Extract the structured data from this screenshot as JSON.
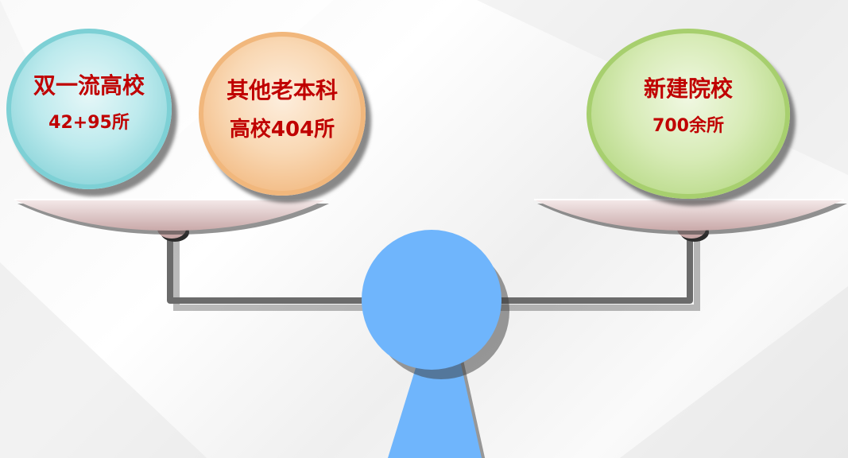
{
  "balls": [
    {
      "line1": "双一流高校",
      "line2": "42+95所",
      "color": "#8fd6db"
    },
    {
      "line1": "其他老本科",
      "line2": "高校404所",
      "color": "#f3bd87"
    },
    {
      "line1": "新建院校",
      "line2": "700余所",
      "color": "#b9da89"
    }
  ],
  "colors": {
    "text": "#c00000",
    "pivot": "#6fb5fc",
    "beam": "#6b6b6b",
    "pan": "#dcc4c4"
  }
}
